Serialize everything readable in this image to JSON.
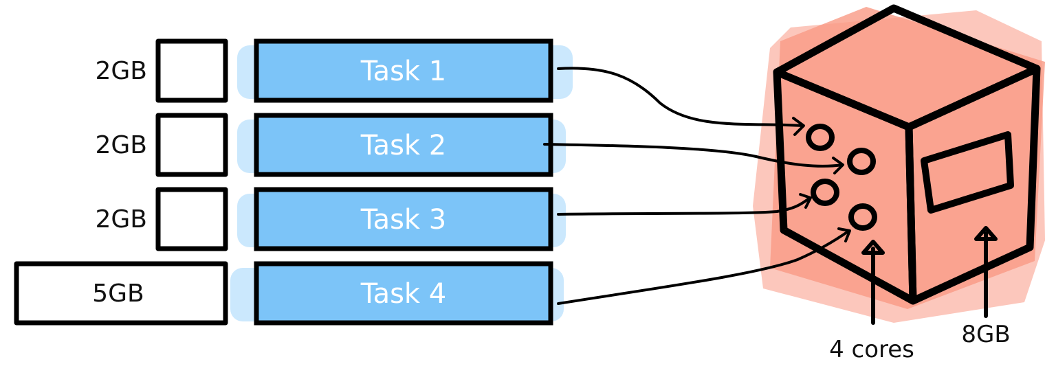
{
  "tasks": [
    {
      "label": "Task 1",
      "memory": "2GB"
    },
    {
      "label": "Task 2",
      "memory": "2GB"
    },
    {
      "label": "Task 3",
      "memory": "2GB"
    },
    {
      "label": "Task 4",
      "memory": "5GB"
    }
  ],
  "machine": {
    "cores_label": "4 cores",
    "memory_label": "8GB",
    "core_count": 4
  },
  "colors": {
    "task_fill": "#7cc4f8",
    "machine_fill": "#f99a84",
    "machine_wash": "#fbb4a6",
    "ink": "#000000"
  }
}
